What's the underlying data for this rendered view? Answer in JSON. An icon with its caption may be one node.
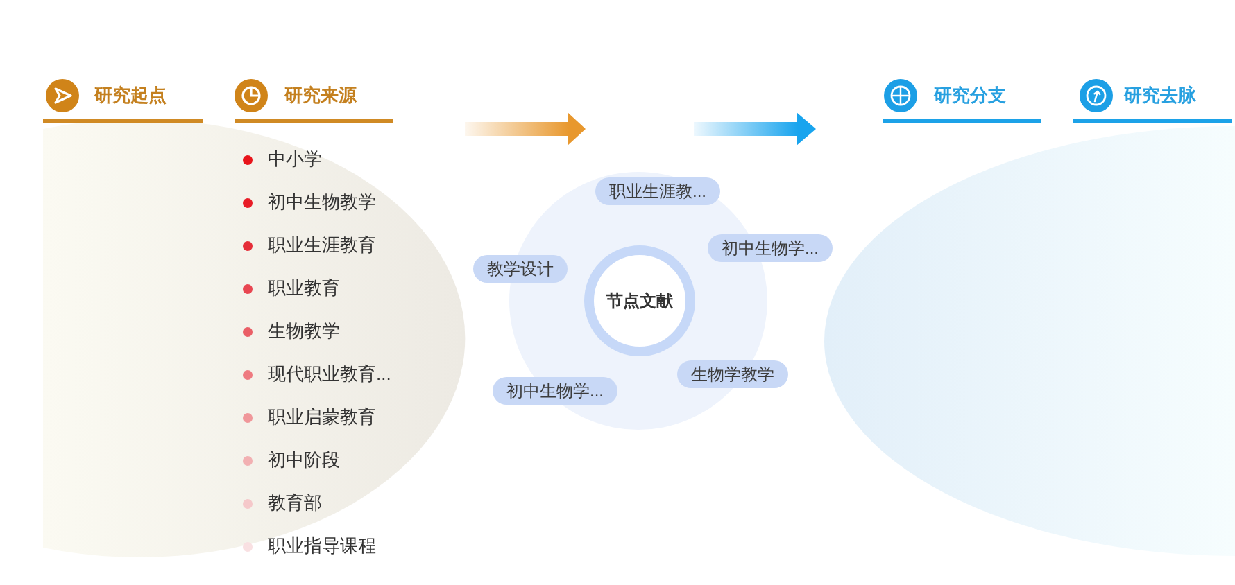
{
  "diagram": {
    "nodes": [
      {
        "text": [
          "职业生涯教..."
        ]
      },
      {
        "text": [
          "初中生物学..."
        ]
      },
      {
        "text": [
          "教学设计"
        ]
      },
      {
        "text": [
          "节点文献"
        ]
      },
      {
        "text": [
          "生物学教学"
        ]
      },
      {
        "text": [
          "初中生物学..."
        ]
      }
    ],
    "labels": [
      "研究起点",
      "研究来源",
      "研究分支",
      "研究去脉",
      "中小学",
      "初中生物教学",
      "职业生涯教育",
      "职业教育",
      "生物教学",
      "现代职业教育...",
      "职业启蒙教育",
      "初中阶段",
      "教育部",
      "职业指导课程"
    ]
  }
}
